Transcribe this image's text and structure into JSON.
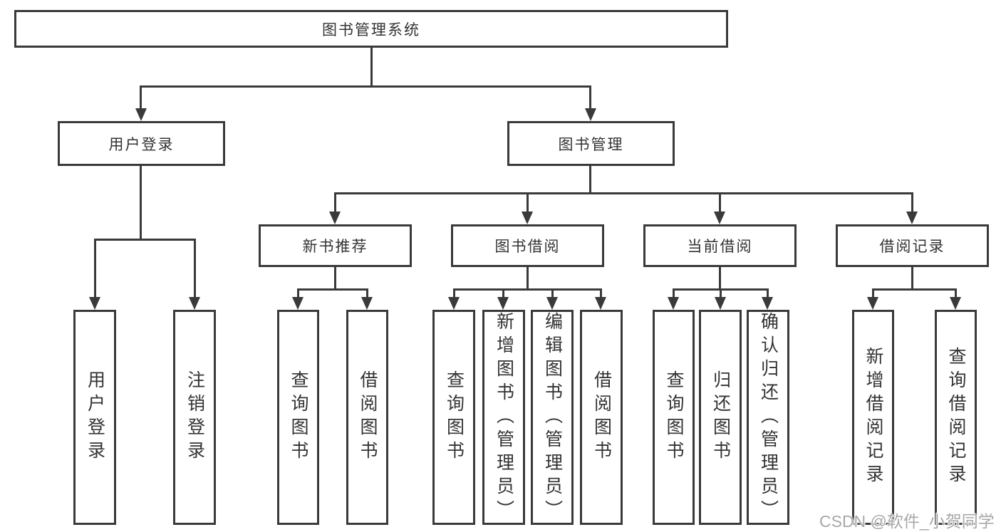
{
  "tree": {
    "root": {
      "label": "图书管理系统",
      "children": [
        {
          "label": "用户登录",
          "children": [
            {
              "label": "用户登录"
            },
            {
              "label": "注销登录"
            }
          ]
        },
        {
          "label": "图书管理",
          "children": [
            {
              "label": "新书推荐",
              "children": [
                {
                  "label": "查询图书"
                },
                {
                  "label": "借阅图书"
                }
              ]
            },
            {
              "label": "图书借阅",
              "children": [
                {
                  "label": "查询图书"
                },
                {
                  "label": "新增图书（管理员）"
                },
                {
                  "label": "编辑图书（管理员）"
                },
                {
                  "label": "借阅图书"
                }
              ]
            },
            {
              "label": "当前借阅",
              "children": [
                {
                  "label": "查询图书"
                },
                {
                  "label": "归还图书"
                },
                {
                  "label": "确认归还（管理员）"
                }
              ]
            },
            {
              "label": "借阅记录",
              "children": [
                {
                  "label": "新增借阅记录"
                },
                {
                  "label": "查询借阅记录"
                }
              ]
            }
          ]
        }
      ]
    }
  },
  "watermark": {
    "text": "CSDN @软件_小贺同学"
  },
  "colors": {
    "line": "#3a3a3a",
    "box_border": "#3a3a3a",
    "box_fill": "#ffffff",
    "text": "#333333",
    "watermark": "#a8a8a8"
  }
}
